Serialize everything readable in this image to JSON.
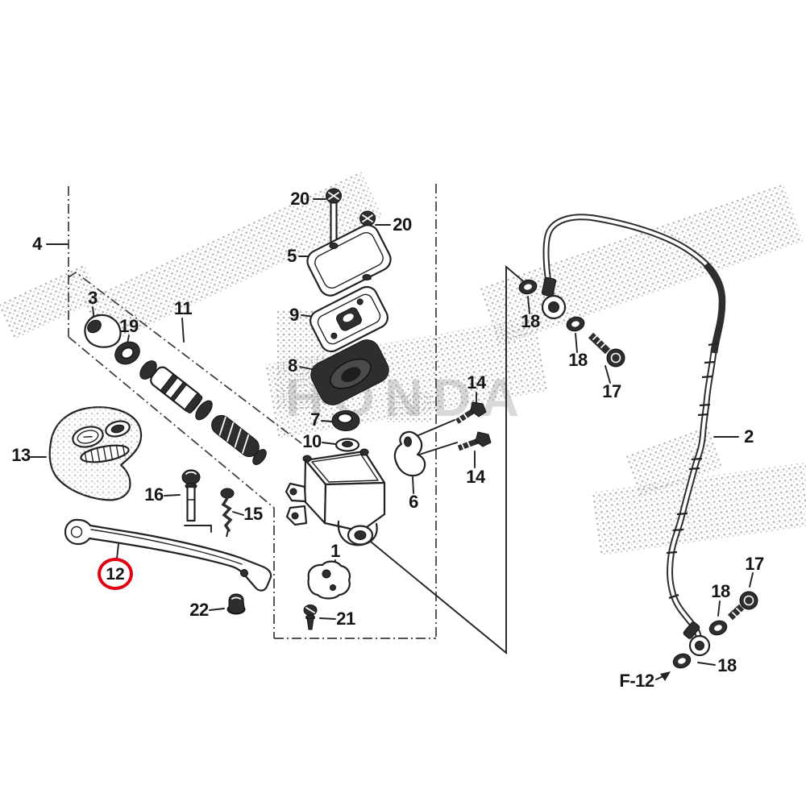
{
  "diagram": {
    "watermark": "HONDA",
    "reference_label": "F-12",
    "highlighted_callout": "12",
    "callouts": {
      "n1": "1",
      "n2": "2",
      "n3": "3",
      "n4": "4",
      "n5": "5",
      "n6": "6",
      "n7": "7",
      "n8": "8",
      "n9": "9",
      "n10": "10",
      "n11": "11",
      "n12": "12",
      "n13": "13",
      "n14a": "14",
      "n14b": "14",
      "n15": "15",
      "n16": "16",
      "n17a": "17",
      "n17b": "17",
      "n18a": "18",
      "n18b": "18",
      "n18c": "18",
      "n18d": "18",
      "n19": "19",
      "n20a": "20",
      "n20b": "20",
      "n21": "21",
      "n22": "22"
    },
    "colors": {
      "line": "#222222",
      "dark_fill": "#2e2e2e",
      "highlight_red": "#e3000f",
      "stipple_gray": "#9e9e9e",
      "background": "#ffffff"
    }
  }
}
